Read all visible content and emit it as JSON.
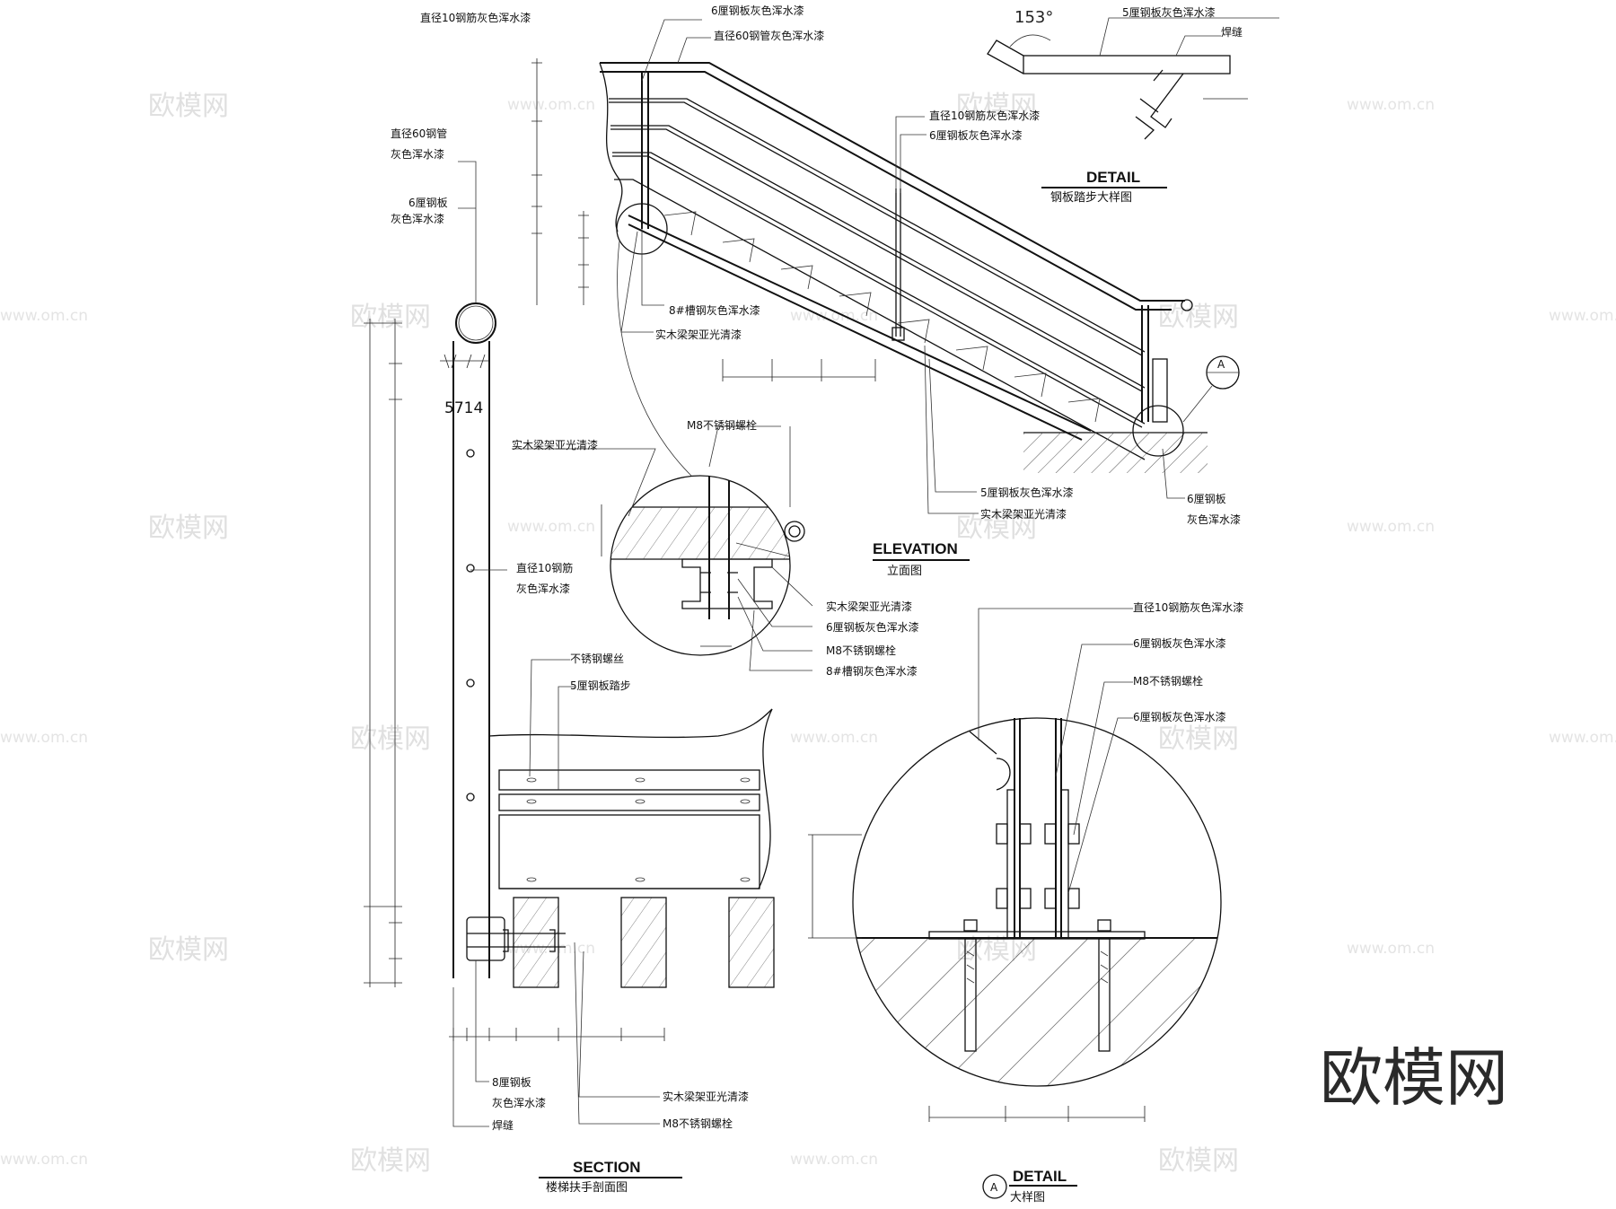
{
  "watermark": {
    "text": "欧模网",
    "url": "www.om.cn"
  },
  "logo": "欧模网",
  "views": {
    "elevation": {
      "title": "ELEVATION",
      "subtitle": "立面图"
    },
    "step_detail": {
      "title": "DETAIL",
      "subtitle": "钢板踏步大样图",
      "angle": "153°"
    },
    "section": {
      "title": "SECTION",
      "subtitle": "楼梯扶手剖面图"
    },
    "detail_a": {
      "title": "DETAIL",
      "subtitle": "大样图",
      "marker": "A"
    },
    "section_marker": "A"
  },
  "labels": {
    "el_rebar10": "直径10钢筋灰色浑水漆",
    "el_plate6": "6厘钢板灰色浑水漆",
    "el_pipe60": "直径60钢管灰色浑水漆",
    "el_mid_rebar10": "直径10钢筋灰色浑水漆",
    "el_mid_plate6": "6厘钢板灰色浑水漆",
    "el_channel8": "8#槽钢灰色浑水漆",
    "el_wood_beam": "实木梁架亚光清漆",
    "el_plate5": "5厘钢板灰色浑水漆",
    "el_wood_beam2": "实木梁架亚光清漆",
    "el_plate6_a": "6厘钢板",
    "el_plate6_b": "灰色浑水漆",
    "st_plate5": "5厘钢板灰色浑水漆",
    "st_weld": "焊缝",
    "sec_pipe_a": "直径60钢管",
    "sec_pipe_b": "灰色浑水漆",
    "sec_plate_a": "6厘钢板",
    "sec_plate_b": "灰色浑水漆",
    "sec_rebar_a": "直径10钢筋",
    "sec_rebar_b": "灰色浑水漆",
    "sec_screw": "不锈钢螺丝",
    "sec_step": "5厘钢板踏步",
    "sec_plate8_a": "8厘钢板",
    "sec_plate8_b": "灰色浑水漆",
    "sec_weld": "焊缝",
    "sec_wood": "实木梁架亚光清漆",
    "sec_bolt": "M8不锈钢螺栓",
    "sec_dim": "5714",
    "c_bolt": "M8不锈钢螺栓",
    "c_wood": "实木梁架亚光清漆",
    "c_wood2": "实木梁架亚光清漆",
    "c_plate6": "6厘钢板灰色浑水漆",
    "c_bolt2": "M8不锈钢螺栓",
    "c_channel": "8#槽钢灰色浑水漆",
    "a_rebar": "直径10钢筋灰色浑水漆",
    "a_plate6": "6厘钢板灰色浑水漆",
    "a_bolt": "M8不锈钢螺栓",
    "a_plate6b": "6厘钢板灰色浑水漆"
  }
}
